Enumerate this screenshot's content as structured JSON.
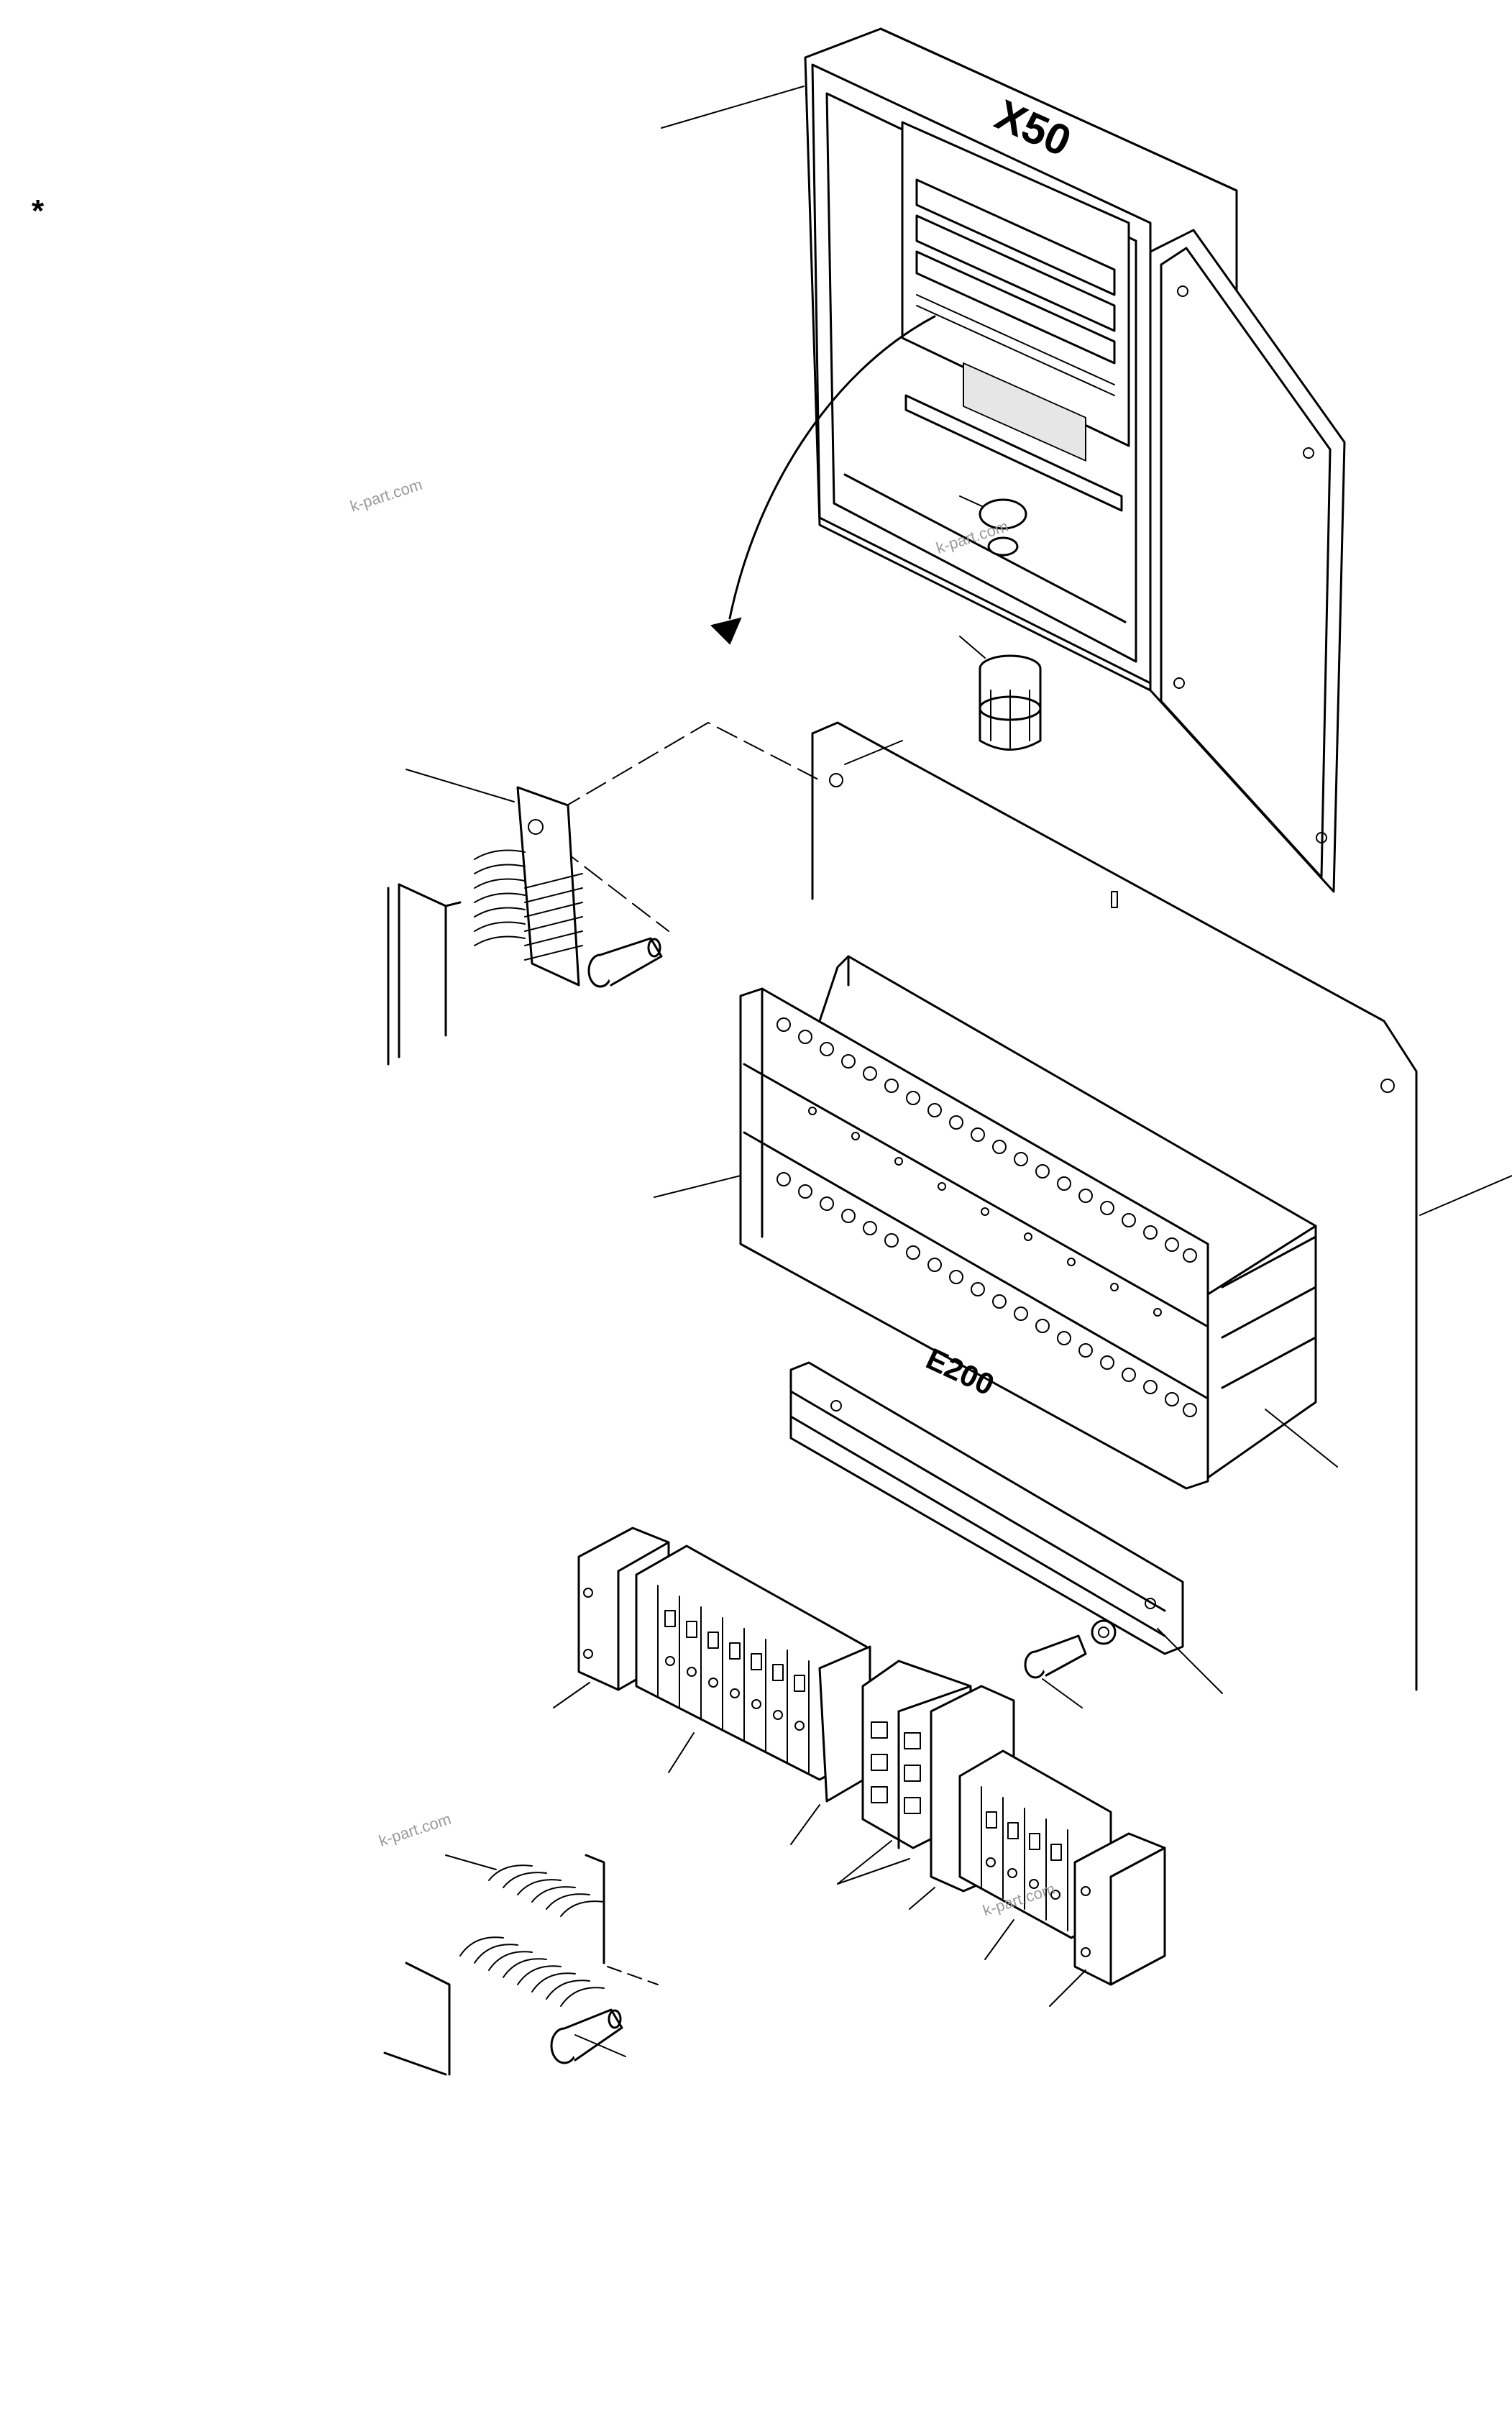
{
  "diagram": {
    "marker": "*",
    "cabinet_label": "X50",
    "terminal_block_label": "E200",
    "watermarks": [
      "k-part.com",
      "k-part.com",
      "k-part.com",
      "k-part.com"
    ]
  }
}
